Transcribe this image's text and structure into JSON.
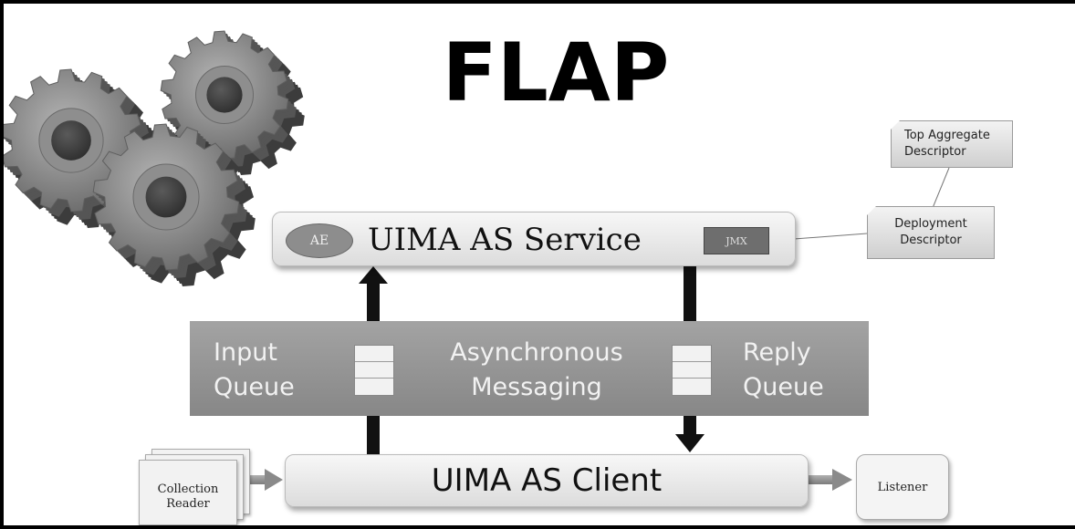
{
  "title": "FLAP",
  "top_aggregate_descriptor": {
    "line1": "Top Aggregate",
    "line2": "Descriptor"
  },
  "deployment_descriptor": {
    "line1": "Deployment",
    "line2": "Descriptor"
  },
  "service": {
    "title": "UIMA AS Service",
    "ae_label": "AE",
    "jmx_label": "JMX"
  },
  "messaging": {
    "input_queue": {
      "line1": "Input",
      "line2": "Queue"
    },
    "async": {
      "line1": "Asynchronous",
      "line2": "Messaging"
    },
    "reply_queue": {
      "line1": "Reply",
      "line2": "Queue"
    }
  },
  "client": {
    "title": "UIMA AS Client"
  },
  "collection_reader": {
    "line1": "Collection",
    "line2": "Reader"
  },
  "listener": {
    "label": "Listener"
  },
  "icons": [
    "gear-icon",
    "gear-icon",
    "gear-icon"
  ],
  "colors": {
    "messaging_band": "#979797",
    "arrow": "#111111",
    "gear": "#8c8c8c"
  }
}
